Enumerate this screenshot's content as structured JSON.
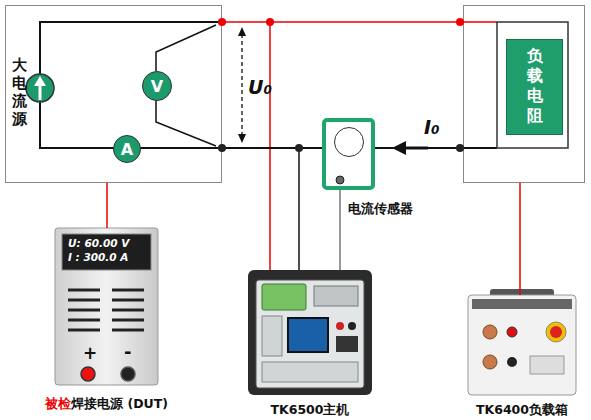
{
  "diagram": {
    "nodes": [
      {
        "text": [
          "大电流源"
        ]
      },
      {
        "text": [
          "V"
        ],
        "in": 0
      },
      {
        "text": [
          "A"
        ],
        "in": 0
      },
      {
        "text": [
          "负载电阻"
        ]
      },
      {
        "text": [
          "电流传感器"
        ]
      },
      {
        "text": [
          "被检",
          "焊接电源 (DUT)",
          "U: 60.00 V",
          "I : 300.0 A",
          "+",
          "-"
        ]
      },
      {
        "text": [
          "TK6500主机"
        ]
      },
      {
        "text": [
          "TK6400负载箱"
        ]
      }
    ],
    "edges": [
      {
        "from": 0,
        "to": 3,
        "arrow": "none"
      },
      {
        "from": 0,
        "to": 3,
        "arrow": "none"
      },
      {
        "from": 0,
        "to": 5,
        "arrow": "none"
      },
      {
        "from": 4,
        "to": 6,
        "arrow": "none"
      },
      {
        "from": 3,
        "to": 7,
        "arrow": "none"
      }
    ],
    "labels": [
      "U0",
      "I0"
    ]
  }
}
